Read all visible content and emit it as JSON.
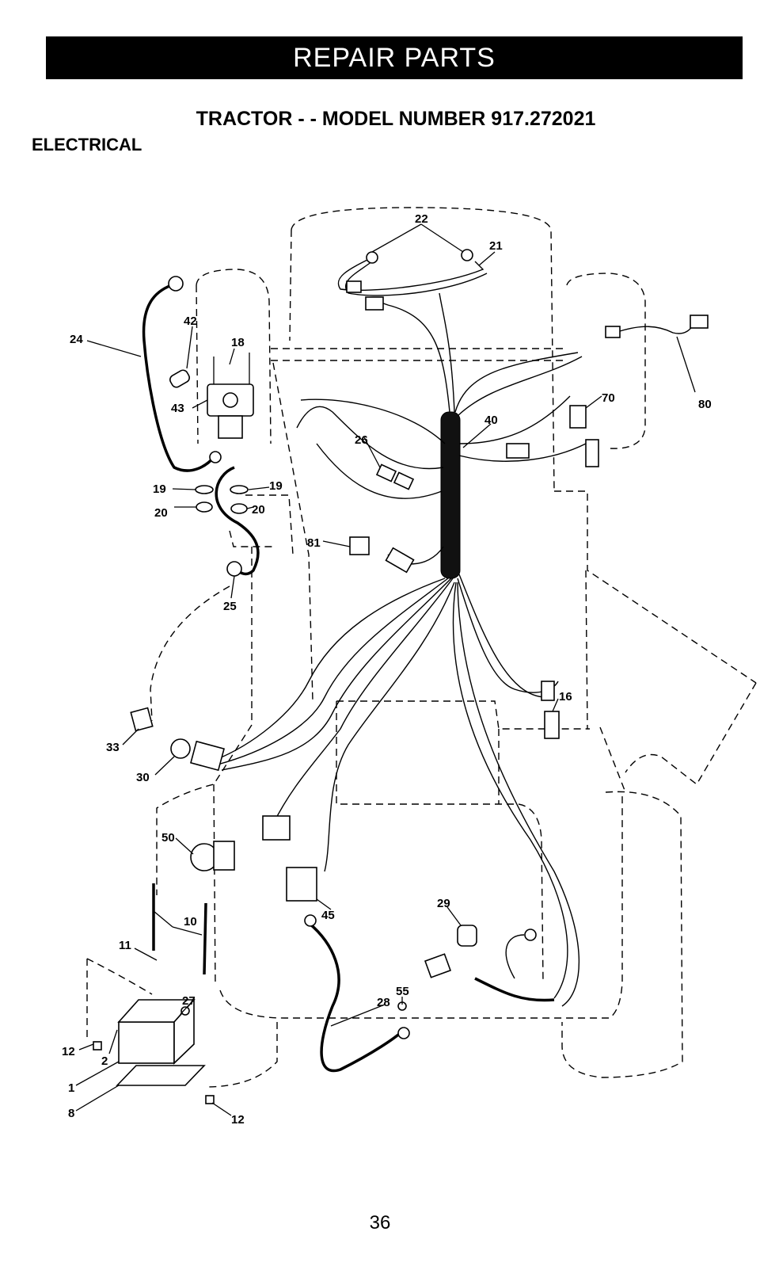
{
  "header": {
    "banner": "REPAIR PARTS"
  },
  "title": "TRACTOR - - MODEL NUMBER 917.272021",
  "section": "ELECTRICAL",
  "page_number": "36",
  "callouts": {
    "c1": "1",
    "c2": "2",
    "c8": "8",
    "c10": "10",
    "c11": "11",
    "c12a": "12",
    "c12b": "12",
    "c16": "16",
    "c18": "18",
    "c19a": "19",
    "c19b": "19",
    "c20a": "20",
    "c20b": "20",
    "c21": "21",
    "c22": "22",
    "c24": "24",
    "c25": "25",
    "c26": "26",
    "c27": "27",
    "c28": "28",
    "c29": "29",
    "c30": "30",
    "c33": "33",
    "c40": "40",
    "c42": "42",
    "c43": "43",
    "c45": "45",
    "c50": "50",
    "c55": "55",
    "c70": "70",
    "c80": "80",
    "c81": "81"
  }
}
